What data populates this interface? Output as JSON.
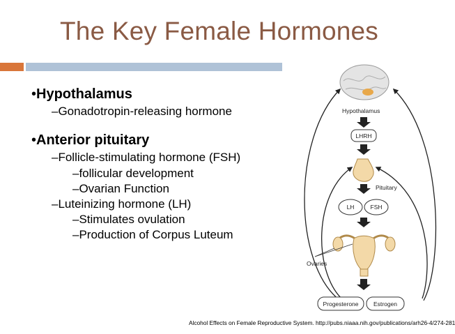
{
  "slide": {
    "title": "The Key Female Hormones",
    "bullets": [
      {
        "heading": "Hypothalamus",
        "items": [
          {
            "text": "–Gonadotropin-releasing hormone"
          }
        ]
      },
      {
        "heading": "Anterior pituitary",
        "items": [
          {
            "text": "–Follicle-stimulating hormone (FSH)"
          },
          {
            "text": "–follicular development"
          },
          {
            "text": "–Ovarian Function"
          },
          {
            "text": "–Luteinizing hormone (LH)"
          },
          {
            "text": "–Stimulates ovulation"
          },
          {
            "text": "–Production of Corpus Luteum"
          }
        ]
      }
    ],
    "citation": "Alcohol Effects on Female Reproductive System. http://pubs.niaaa.nih.gov/publications/arh26-4/274-281"
  },
  "diagram": {
    "labels": {
      "hypothalamus": "Hypothalamus",
      "lhrh": "LHRH",
      "pituitary": "Pituitary",
      "lh": "LH",
      "fsh": "FSH",
      "ovaries": "Ovaries",
      "progesterone": "Progesterone",
      "estrogen": "Estrogen"
    }
  },
  "colors": {
    "title": "#8a5a44",
    "accent_orange": "#d9763a",
    "accent_blue": "#afc2d7",
    "gland": "#f3d9a8"
  }
}
